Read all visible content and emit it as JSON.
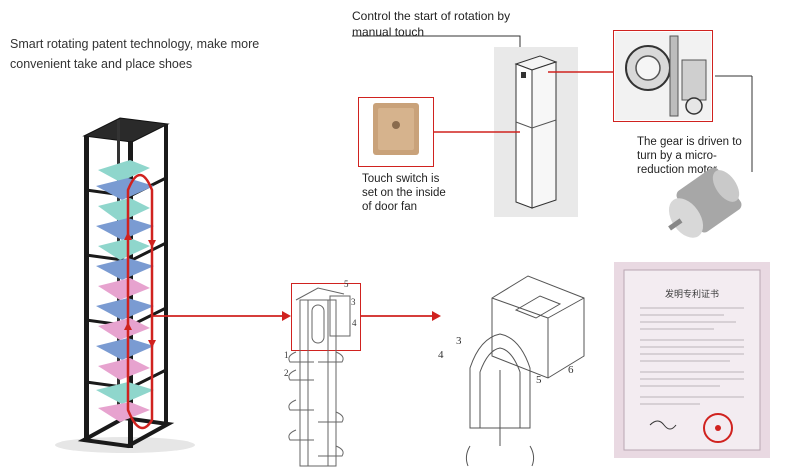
{
  "texts": {
    "headline": "Smart rotating patent technology, make more convenient take and place shoes",
    "control_caption": "Control the start of rotation by manual touch",
    "touch_caption": "Touch switch is set on the inside of door fan",
    "gear_caption": "The gear is driven to turn by a micro-reduction motor"
  },
  "diagram_labels": {
    "left_part_5": "5",
    "left_part_3": "3",
    "left_part_4": "4",
    "left_part_1": "1",
    "left_part_2": "2",
    "right_part_3": "3",
    "right_part_4": "4",
    "right_part_5": "5",
    "right_part_6": "6"
  },
  "certificate": {
    "title": "发明专利证书"
  },
  "colors": {
    "accent_red": "#d0221f",
    "frame_black": "#1a1a1a",
    "shoe_blue": "#7a9bd2",
    "shoe_pink": "#e7a3cf",
    "shoe_teal": "#8fd6cc",
    "gold_switch": "#c9a27a"
  }
}
